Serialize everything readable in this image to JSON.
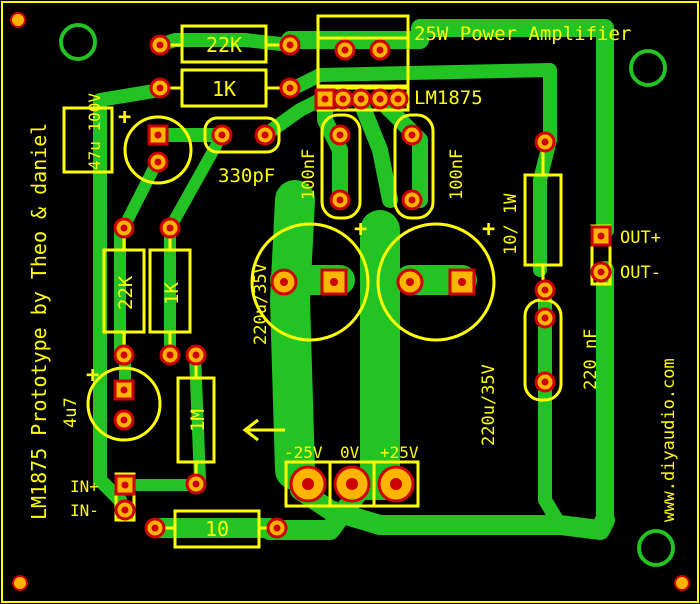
{
  "board": {
    "title": "25W Power Amplifier",
    "ic_label": "LM1875",
    "credit_vertical": "LM1875 Prototype by Theo & daniel",
    "website_vertical": "www.diyaudio.com"
  },
  "components": {
    "r_22k_top": "22K",
    "r_1k_top": "1K",
    "cap_47u": "47u 100V",
    "cap_330pf": "330pF",
    "cap_100nf_left": "100nF",
    "cap_100nf_right": "100nF",
    "r_10_1w": "10/ 1W",
    "cap_220u_left": "220u/35V",
    "cap_220u_right": "220u/35V",
    "r_22k_left": "22K",
    "r_1k_left": "1K",
    "cap_4u7": "4u7",
    "r_1m": "1M",
    "r_10_bottom": "10",
    "cap_220nf": "220 nF"
  },
  "connectors": {
    "power_neg": "-25V",
    "power_gnd": "0V",
    "power_pos": "+25V",
    "in_plus": "IN+",
    "in_minus": "IN-",
    "out_plus": "OUT+",
    "out_minus": "OUT-"
  },
  "polarity": {
    "plus": "+"
  },
  "colors": {
    "background": "#000000",
    "copper": "#22c322",
    "silkscreen": "#ffff00",
    "pad_outer": "#cc0000",
    "pad_inner": "#ffb400",
    "drill": "#ffe3e3"
  }
}
